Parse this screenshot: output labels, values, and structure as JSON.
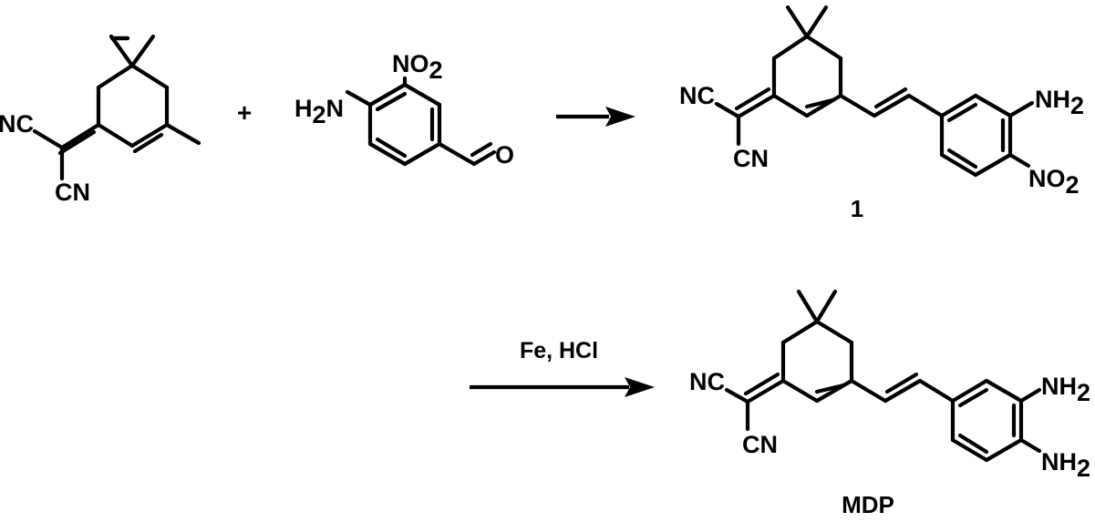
{
  "reactant_1": {
    "groups": {
      "nitrile_1": "NC",
      "nitrile_2": "CN"
    }
  },
  "plus_sign": "+",
  "reactant_2": {
    "groups": {
      "amine_main": "H",
      "amine_sub": "2",
      "amine_tail": "N",
      "nitro_main": "NO",
      "nitro_sub": "2",
      "aldehyde_o": "O"
    }
  },
  "product_1": {
    "label": "1",
    "groups": {
      "nitrile_1": "NC",
      "nitrile_2": "CN",
      "amine_main": "NH",
      "amine_sub": "2",
      "nitro_main": "NO",
      "nitro_sub": "2"
    }
  },
  "step_2": {
    "conditions": "Fe, HCl"
  },
  "product_2": {
    "label": "MDP",
    "groups": {
      "nitrile_1": "NC",
      "nitrile_2": "CN",
      "amine_1_main": "NH",
      "amine_1_sub": "2",
      "amine_2_main": "NH",
      "amine_2_sub": "2"
    }
  }
}
